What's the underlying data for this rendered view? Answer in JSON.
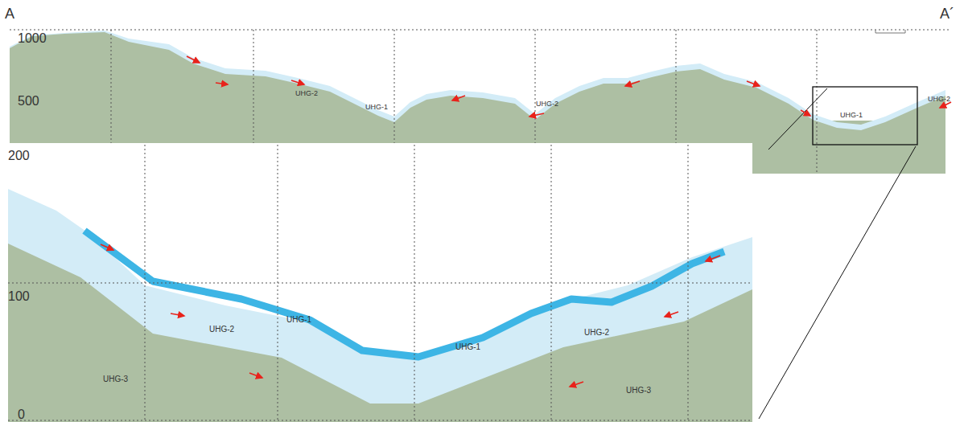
{
  "diagram": {
    "labels": [
      "A",
      "A´",
      "1000",
      "500",
      "UHG-2",
      "UHG-1",
      "UHG-2",
      "UHG-1",
      "UHG-2",
      "200",
      "100",
      "0",
      "UHG-2",
      "UHG-1",
      "UHG-1",
      "UHG-2",
      "UHG-3",
      "UHG-3"
    ]
  }
}
